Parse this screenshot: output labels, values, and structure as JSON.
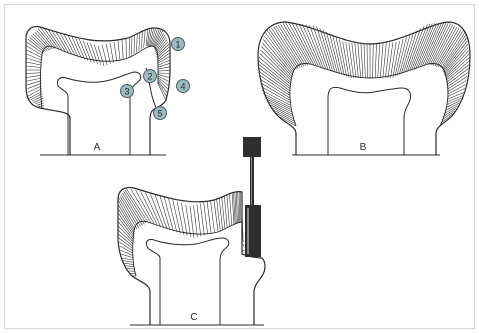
{
  "panels": {
    "a": {
      "label": "A"
    },
    "b": {
      "label": "B"
    },
    "c": {
      "label": "C"
    }
  },
  "callouts": [
    "1",
    "2",
    "3",
    "4",
    "5"
  ],
  "colors": {
    "frame": "#d7d7d7",
    "outline": "#2b2b2b",
    "hatch": "#3a3a3a",
    "callout_fill": "#9fb9bf",
    "callout_stroke": "#4a5f66",
    "instrument": "#2e2e2e",
    "instrument_light": "#8a8a8a"
  }
}
